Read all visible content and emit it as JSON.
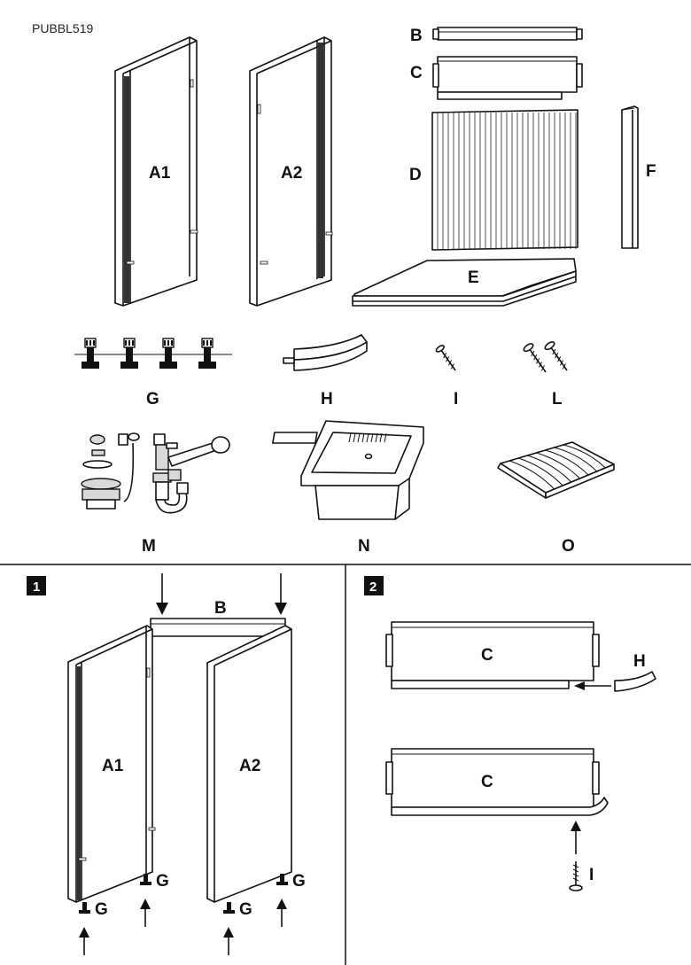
{
  "document": {
    "code": "PUBBL519"
  },
  "parts": {
    "A1": "A1",
    "A2": "A2",
    "B": "B",
    "C": "C",
    "D": "D",
    "E": "E",
    "F": "F",
    "G": "G",
    "H": "H",
    "I": "I",
    "L": "L",
    "M": "M",
    "N": "N",
    "O": "O"
  },
  "steps": [
    {
      "number": "1",
      "labels": {
        "a1": "A1",
        "a2": "A2",
        "b": "B",
        "g": "G"
      }
    },
    {
      "number": "2",
      "labels": {
        "c": "C",
        "h": "H",
        "i": "I"
      }
    }
  ]
}
